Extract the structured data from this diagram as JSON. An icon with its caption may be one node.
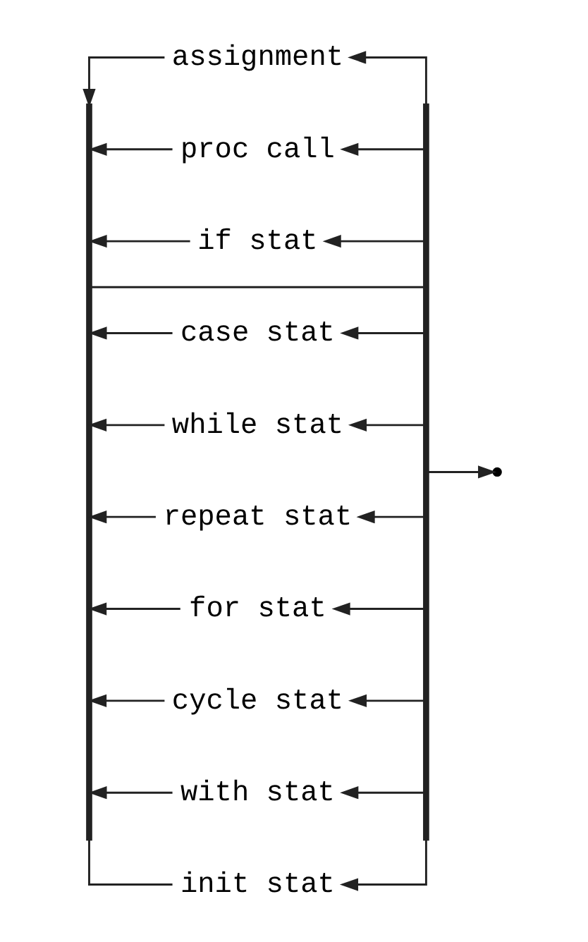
{
  "diagram": {
    "nodes": [
      {
        "text": [],
        "shape": "bar"
      },
      {
        "text": [
          "assignment"
        ]
      },
      {
        "text": [
          "proc call"
        ]
      },
      {
        "text": [
          "if stat"
        ]
      },
      {
        "text": [
          "case stat"
        ]
      },
      {
        "text": [
          "while stat"
        ]
      },
      {
        "text": [
          "repeat stat"
        ]
      },
      {
        "text": [
          "for stat"
        ]
      },
      {
        "text": [
          "cycle stat"
        ]
      },
      {
        "text": [
          "with stat"
        ]
      },
      {
        "text": [
          "init stat"
        ]
      },
      {
        "text": [],
        "shape": "bar"
      }
    ],
    "edges": [
      {
        "from": 0,
        "to": 11,
        "arrow": "none"
      },
      {
        "from": 11,
        "to": null,
        "arrow": "to"
      },
      {
        "from": 1,
        "to": 0,
        "arrow": "to"
      },
      {
        "from": 11,
        "to": 1,
        "arrow": "to"
      },
      {
        "from": 2,
        "to": 0,
        "arrow": "to"
      },
      {
        "from": 11,
        "to": 2,
        "arrow": "to"
      },
      {
        "from": 3,
        "to": 0,
        "arrow": "to"
      },
      {
        "from": 11,
        "to": 3,
        "arrow": "to"
      },
      {
        "from": 4,
        "to": 0,
        "arrow": "to"
      },
      {
        "from": 11,
        "to": 4,
        "arrow": "to"
      },
      {
        "from": 5,
        "to": 0,
        "arrow": "to"
      },
      {
        "from": 11,
        "to": 5,
        "arrow": "to"
      },
      {
        "from": 6,
        "to": 0,
        "arrow": "to"
      },
      {
        "from": 11,
        "to": 6,
        "arrow": "to"
      },
      {
        "from": 7,
        "to": 0,
        "arrow": "to"
      },
      {
        "from": 11,
        "to": 7,
        "arrow": "to"
      },
      {
        "from": 8,
        "to": 0,
        "arrow": "to"
      },
      {
        "from": 11,
        "to": 8,
        "arrow": "to"
      },
      {
        "from": 9,
        "to": 0,
        "arrow": "to"
      },
      {
        "from": 11,
        "to": 9,
        "arrow": "to"
      },
      {
        "from": 10,
        "to": 0,
        "arrow": "none"
      },
      {
        "from": 11,
        "to": 10,
        "arrow": "to"
      }
    ]
  }
}
